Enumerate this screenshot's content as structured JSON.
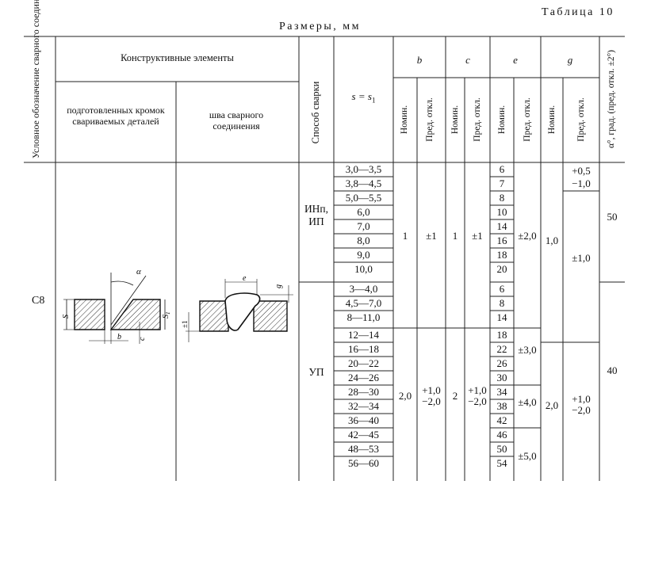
{
  "table_label": "Таблица 10",
  "dims_caption": "Размеры, мм",
  "header": {
    "designation": "Условное обозначение сварного соединения",
    "constructive": "Конструктивные элементы",
    "prepared_edges": "подготовленных кромок свариваемых деталей",
    "weld_seam": "шва сварного соединения",
    "method": "Способ сварки",
    "thickness": "s = s",
    "thickness_sub": "1",
    "b": "b",
    "c": "c",
    "e": "e",
    "g": "g",
    "nom": "Номин.",
    "dev": "Пред. откл.",
    "alpha": "α°, град. (пред. откл. ±2°)"
  },
  "designation": "С8",
  "methods": {
    "first": "ИНп, ИП",
    "second": "УП"
  },
  "thickness_rows": [
    "3,0—3,5",
    "3,8—4,5",
    "5,0—5,5",
    "6,0",
    "7,0",
    "8,0",
    "9,0",
    "10,0",
    "3—4,0",
    "4,5—7,0",
    "8—11,0",
    "12—14",
    "16—18",
    "20—22",
    "24—26",
    "28—30",
    "32—34",
    "36—40",
    "42—45",
    "48—53",
    "56—60"
  ],
  "e_nom": [
    "6",
    "7",
    "8",
    "10",
    "14",
    "16",
    "18",
    "20",
    "6",
    "8",
    "14",
    "18",
    "22",
    "26",
    "30",
    "34",
    "38",
    "42",
    "46",
    "50",
    "54"
  ],
  "b_group1": {
    "nom": "1",
    "dev": "±1"
  },
  "b_group2": {
    "nom": "2,0",
    "dev_plus": "+1,0",
    "dev_minus": "−2,0"
  },
  "c_group1": {
    "nom": "1",
    "dev": "±1"
  },
  "c_group2": {
    "nom": "2",
    "dev_plus": "+1,0",
    "dev_minus": "−2,0"
  },
  "e_dev": {
    "g1": "±2,0",
    "g2": "±3,0",
    "g3": "±4,0",
    "g4": "±5,0"
  },
  "g_group1": {
    "nom": "1,0",
    "dev_a_plus": "+0,5",
    "dev_a_minus": "−1,0",
    "dev_b": "±1,0"
  },
  "g_group2": {
    "nom": "2,0",
    "dev_plus": "+1,0",
    "dev_minus": "−2,0"
  },
  "alpha": {
    "g1": "50",
    "g2": "40"
  },
  "drawing_labels": {
    "alpha": "α",
    "s": "S",
    "s1": "S",
    "s1_sub": "1",
    "b": "b",
    "c": "c",
    "e": "e",
    "g": "g",
    "g_dev": "±1"
  }
}
